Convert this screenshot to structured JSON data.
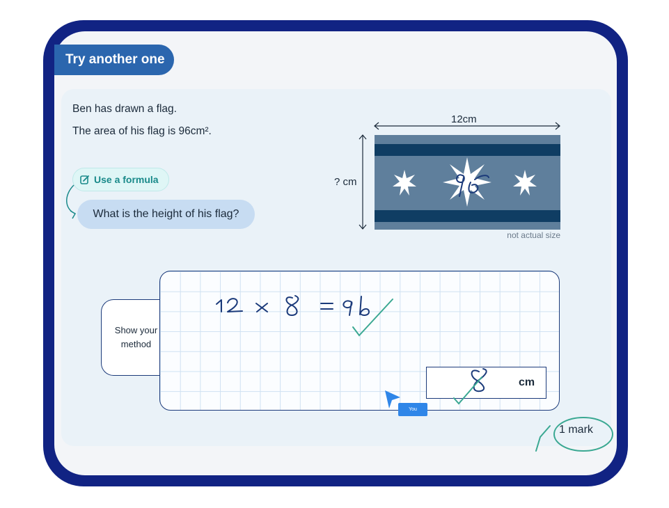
{
  "header": {
    "title": "Try another one"
  },
  "question": {
    "line1": "Ben has drawn a flag.",
    "line2": "The area of his flag is 96cm².",
    "hint_label": "Use a formula",
    "prompt": "What is the height of his flag?"
  },
  "figure": {
    "width_label": "12cm",
    "height_label": "? cm",
    "note": "not actual size",
    "handwritten_on_flag": "96"
  },
  "workspace": {
    "tab_label_line1": "Show your",
    "tab_label_line2": "method",
    "handwritten_working": "12 × 8 = 96",
    "answer_value": "8",
    "answer_unit": "cm",
    "cursor_label": "You"
  },
  "marks": {
    "label": "1 mark"
  },
  "colors": {
    "frame": "#112383",
    "header": "#2b66ae",
    "flag_light": "#5f7f9c",
    "flag_dark": "#0f3d63",
    "ink": "#1b3a7a",
    "teacher_ink": "#3aa892",
    "cursor": "#2f86e8"
  },
  "icons": [
    "edit-icon",
    "star-icon",
    "cursor-arrow-icon"
  ]
}
